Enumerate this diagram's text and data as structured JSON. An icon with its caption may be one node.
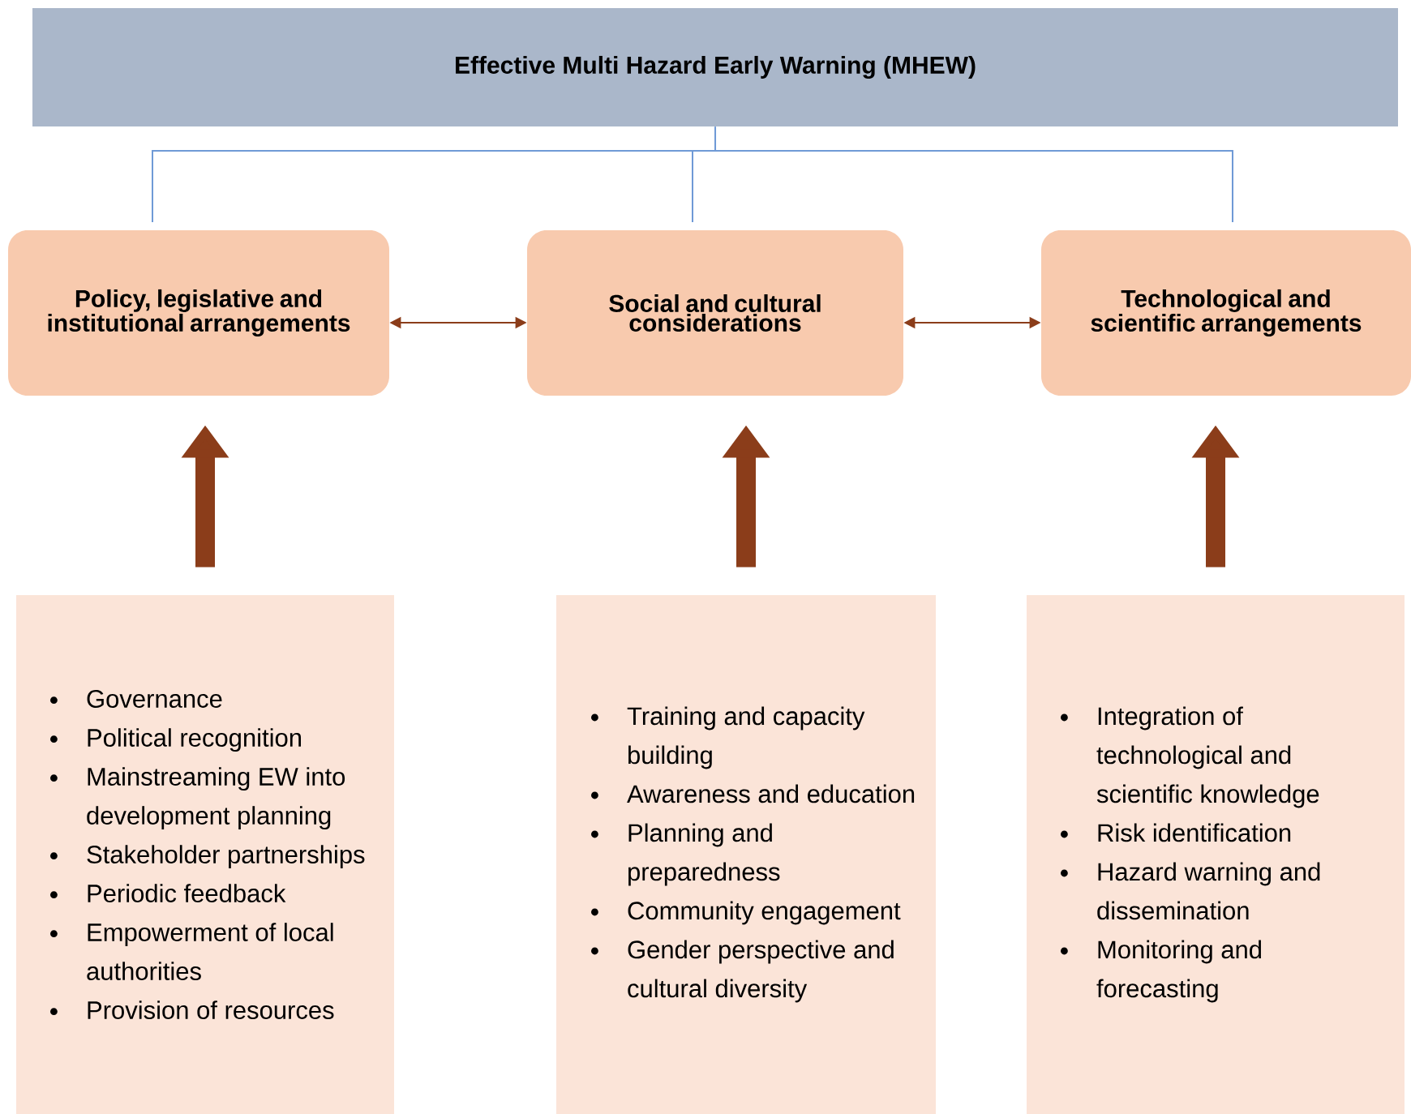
{
  "diagram": {
    "nodes": [
      {
        "text": [
          "Effective Multi Hazard Early Warning (MHEW)"
        ]
      },
      {
        "text": [
          "Policy, legislative and institutional arrangements"
        ]
      },
      {
        "text": [
          "Social and cultural considerations"
        ]
      },
      {
        "text": [
          "Technological and scientific arrangements"
        ]
      },
      {
        "text": [
          "Governance",
          "Political recognition",
          "Mainstreaming EW into development planning",
          "Stakeholder partnerships",
          "Periodic feedback",
          "Empowerment of local authorities",
          "Provision of resources"
        ]
      },
      {
        "text": [
          "Training and capacity building",
          "Awareness and education",
          "Planning and preparedness",
          "Community engagement",
          "Gender perspective and cultural diversity"
        ]
      },
      {
        "text": [
          "Integration of technological and scientific knowledge",
          "Risk identification",
          "Hazard warning and dissemination",
          "Monitoring and forecasting"
        ]
      }
    ],
    "edges": [
      {
        "from": 0,
        "to": 1,
        "arrow": "none",
        "color": "#6f9ad6"
      },
      {
        "from": 0,
        "to": 2,
        "arrow": "none",
        "color": "#6f9ad6"
      },
      {
        "from": 0,
        "to": 3,
        "arrow": "none",
        "color": "#6f9ad6"
      },
      {
        "from": 1,
        "to": 2,
        "arrow": "both"
      },
      {
        "from": 2,
        "to": 3,
        "arrow": "both"
      },
      {
        "from": 4,
        "to": 1,
        "arrow": "to",
        "style": "thick"
      },
      {
        "from": 5,
        "to": 2,
        "arrow": "to",
        "style": "thick"
      },
      {
        "from": 6,
        "to": 3,
        "arrow": "to",
        "style": "thick"
      }
    ]
  }
}
